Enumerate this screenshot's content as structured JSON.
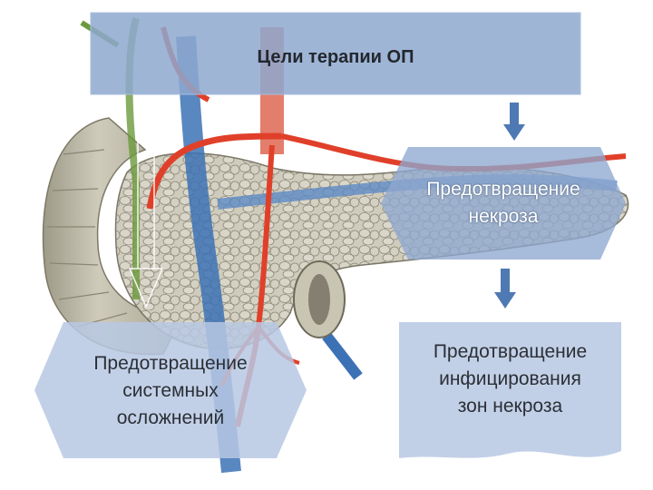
{
  "title": "Цели терапии ОП",
  "boxes": {
    "necrosis": "Предотвращение\nнекроза",
    "systemic": "Предотвращение\nсистемных\nосложнений",
    "infection": "Предотвращение\nинфицирования\nзон некроза"
  },
  "colors": {
    "box_fill": "#8ea8cf",
    "box_fill_light": "#b7c8e3",
    "arrow": "#4f79b3",
    "pancreas": "#c7c4b4",
    "duodenum": "#bdb9a6",
    "artery": "#e0402a",
    "vein": "#3c72b5"
  },
  "illustration": "pancreas-anatomy"
}
